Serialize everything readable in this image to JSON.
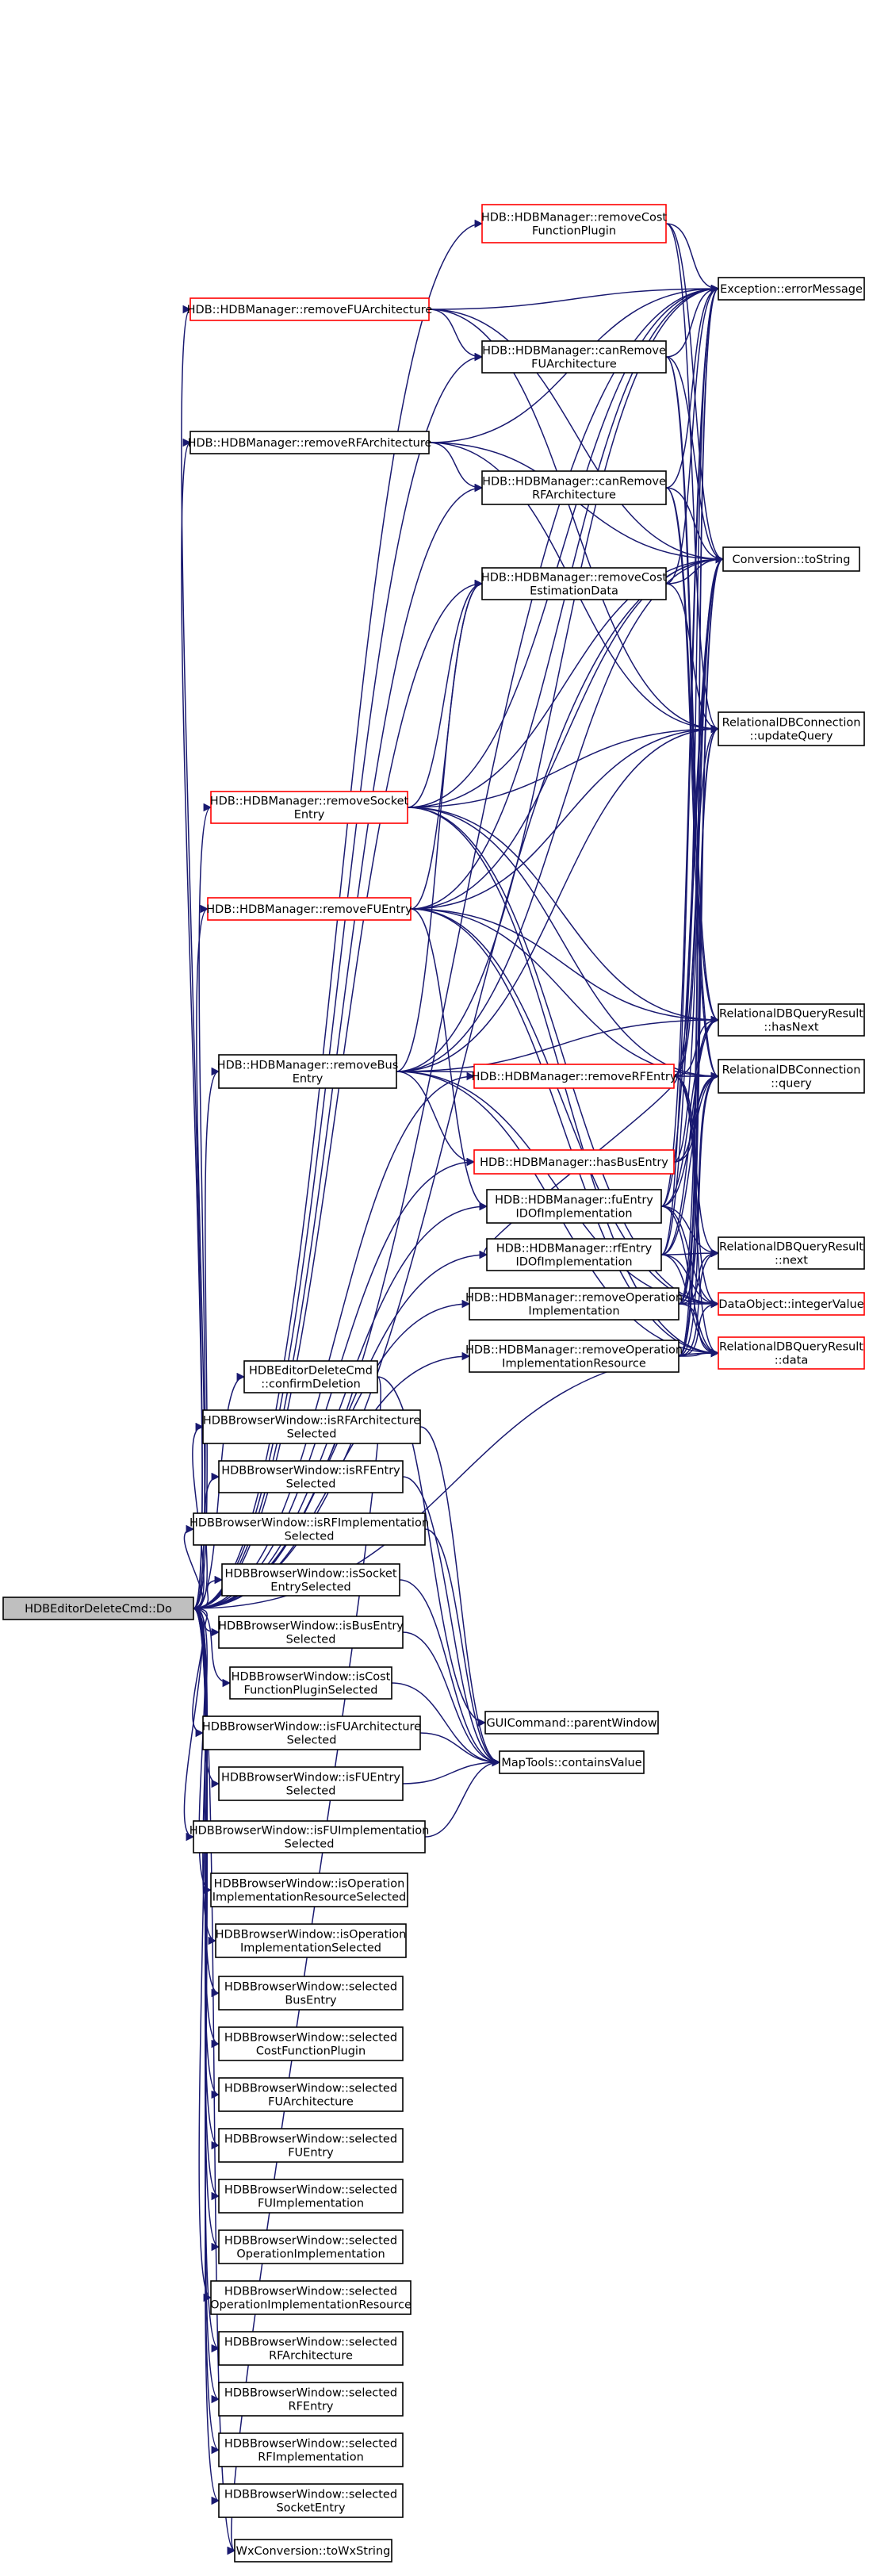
{
  "colors": {
    "edge": "#191970",
    "highlight_border": "#ff0000",
    "root_fill": "#bfbfbf"
  },
  "nodes": {
    "root": {
      "lines": [
        "HDBEditorDeleteCmd::Do"
      ],
      "style": "root"
    },
    "removeCostFunctionPlugin": {
      "lines": [
        "HDB::HDBManager::removeCost",
        "FunctionPlugin"
      ],
      "style": "red"
    },
    "removeFUArchitecture": {
      "lines": [
        "HDB::HDBManager::removeFUArchitecture"
      ],
      "style": "red"
    },
    "canRemoveFUArchitecture": {
      "lines": [
        "HDB::HDBManager::canRemove",
        "FUArchitecture"
      ],
      "style": "normal"
    },
    "removeRFArchitecture": {
      "lines": [
        "HDB::HDBManager::removeRFArchitecture"
      ],
      "style": "normal"
    },
    "canRemoveRFArchitecture": {
      "lines": [
        "HDB::HDBManager::canRemove",
        "RFArchitecture"
      ],
      "style": "normal"
    },
    "removeCostEstimationData": {
      "lines": [
        "HDB::HDBManager::removeCost",
        "EstimationData"
      ],
      "style": "normal"
    },
    "removeSocketEntry": {
      "lines": [
        "HDB::HDBManager::removeSocket",
        "Entry"
      ],
      "style": "red"
    },
    "removeFUEntry": {
      "lines": [
        "HDB::HDBManager::removeFUEntry"
      ],
      "style": "red"
    },
    "removeRFEntry": {
      "lines": [
        "HDB::HDBManager::removeRFEntry"
      ],
      "style": "red"
    },
    "removeBusEntry": {
      "lines": [
        "HDB::HDBManager::removeBus",
        "Entry"
      ],
      "style": "normal"
    },
    "hasBusEntry": {
      "lines": [
        "HDB::HDBManager::hasBusEntry"
      ],
      "style": "red"
    },
    "fuEntryIDOfImplementation": {
      "lines": [
        "HDB::HDBManager::fuEntry",
        "IDOfImplementation"
      ],
      "style": "normal"
    },
    "rfEntryIDOfImplementation": {
      "lines": [
        "HDB::HDBManager::rfEntry",
        "IDOfImplementation"
      ],
      "style": "normal"
    },
    "removeOperationImplementation": {
      "lines": [
        "HDB::HDBManager::removeOperation",
        "Implementation"
      ],
      "style": "normal"
    },
    "removeOperationImplementationResource": {
      "lines": [
        "HDB::HDBManager::removeOperation",
        "ImplementationResource"
      ],
      "style": "normal"
    },
    "errorMessage": {
      "lines": [
        "Exception::errorMessage"
      ],
      "style": "normal"
    },
    "toString": {
      "lines": [
        "Conversion::toString"
      ],
      "style": "normal"
    },
    "updateQuery": {
      "lines": [
        "RelationalDBConnection",
        "::updateQuery"
      ],
      "style": "normal"
    },
    "hasNext": {
      "lines": [
        "RelationalDBQueryResult",
        "::hasNext"
      ],
      "style": "normal"
    },
    "query": {
      "lines": [
        "RelationalDBConnection",
        "::query"
      ],
      "style": "normal"
    },
    "next": {
      "lines": [
        "RelationalDBQueryResult",
        "::next"
      ],
      "style": "normal"
    },
    "integerValue": {
      "lines": [
        "DataObject::integerValue"
      ],
      "style": "red"
    },
    "data": {
      "lines": [
        "RelationalDBQueryResult",
        "::data"
      ],
      "style": "red"
    },
    "confirmDeletion": {
      "lines": [
        "HDBEditorDeleteCmd",
        "::confirmDeletion"
      ],
      "style": "normal"
    },
    "isRFArchitectureSelected": {
      "lines": [
        "HDBBrowserWindow::isRFArchitecture",
        "Selected"
      ],
      "style": "normal"
    },
    "isRFEntrySelected": {
      "lines": [
        "HDBBrowserWindow::isRFEntry",
        "Selected"
      ],
      "style": "normal"
    },
    "isRFImplementationSelected": {
      "lines": [
        "HDBBrowserWindow::isRFImplementation",
        "Selected"
      ],
      "style": "normal"
    },
    "isSocketEntrySelected": {
      "lines": [
        "HDBBrowserWindow::isSocket",
        "EntrySelected"
      ],
      "style": "normal"
    },
    "isBusEntrySelected": {
      "lines": [
        "HDBBrowserWindow::isBusEntry",
        "Selected"
      ],
      "style": "normal"
    },
    "isCostFunctionPluginSelected": {
      "lines": [
        "HDBBrowserWindow::isCost",
        "FunctionPluginSelected"
      ],
      "style": "normal"
    },
    "isFUArchitectureSelected": {
      "lines": [
        "HDBBrowserWindow::isFUArchitecture",
        "Selected"
      ],
      "style": "normal"
    },
    "isFUEntrySelected": {
      "lines": [
        "HDBBrowserWindow::isFUEntry",
        "Selected"
      ],
      "style": "normal"
    },
    "isFUImplementationSelected": {
      "lines": [
        "HDBBrowserWindow::isFUImplementation",
        "Selected"
      ],
      "style": "normal"
    },
    "parentWindow": {
      "lines": [
        "GUICommand::parentWindow"
      ],
      "style": "normal"
    },
    "containsValue": {
      "lines": [
        "MapTools::containsValue"
      ],
      "style": "normal"
    },
    "isOperationImplementationResourceSelected": {
      "lines": [
        "HDBBrowserWindow::isOperation",
        "ImplementationResourceSelected"
      ],
      "style": "normal"
    },
    "isOperationImplementationSelected": {
      "lines": [
        "HDBBrowserWindow::isOperation",
        "ImplementationSelected"
      ],
      "style": "normal"
    },
    "selectedBusEntry": {
      "lines": [
        "HDBBrowserWindow::selected",
        "BusEntry"
      ],
      "style": "normal"
    },
    "selectedCostFunctionPlugin": {
      "lines": [
        "HDBBrowserWindow::selected",
        "CostFunctionPlugin"
      ],
      "style": "normal"
    },
    "selectedFUArchitecture": {
      "lines": [
        "HDBBrowserWindow::selected",
        "FUArchitecture"
      ],
      "style": "normal"
    },
    "selectedFUEntry": {
      "lines": [
        "HDBBrowserWindow::selected",
        "FUEntry"
      ],
      "style": "normal"
    },
    "selectedFUImplementation": {
      "lines": [
        "HDBBrowserWindow::selected",
        "FUImplementation"
      ],
      "style": "normal"
    },
    "selectedOperationImplementation": {
      "lines": [
        "HDBBrowserWindow::selected",
        "OperationImplementation"
      ],
      "style": "normal"
    },
    "selectedOperationImplementationResource": {
      "lines": [
        "HDBBrowserWindow::selected",
        "OperationImplementationResource"
      ],
      "style": "normal"
    },
    "selectedRFArchitecture": {
      "lines": [
        "HDBBrowserWindow::selected",
        "RFArchitecture"
      ],
      "style": "normal"
    },
    "selectedRFEntry": {
      "lines": [
        "HDBBrowserWindow::selected",
        "RFEntry"
      ],
      "style": "normal"
    },
    "selectedRFImplementation": {
      "lines": [
        "HDBBrowserWindow::selected",
        "RFImplementation"
      ],
      "style": "normal"
    },
    "selectedSocketEntry": {
      "lines": [
        "HDBBrowserWindow::selected",
        "SocketEntry"
      ],
      "style": "normal"
    },
    "toWxString": {
      "lines": [
        "WxConversion::toWxString"
      ],
      "style": "normal"
    }
  },
  "edges": [
    [
      "root",
      "removeCostFunctionPlugin"
    ],
    [
      "root",
      "removeFUArchitecture"
    ],
    [
      "root",
      "canRemoveFUArchitecture"
    ],
    [
      "root",
      "removeRFArchitecture"
    ],
    [
      "root",
      "canRemoveRFArchitecture"
    ],
    [
      "root",
      "removeCostEstimationData"
    ],
    [
      "root",
      "removeSocketEntry"
    ],
    [
      "root",
      "removeFUEntry"
    ],
    [
      "root",
      "removeRFEntry"
    ],
    [
      "root",
      "removeBusEntry"
    ],
    [
      "root",
      "hasBusEntry"
    ],
    [
      "root",
      "fuEntryIDOfImplementation"
    ],
    [
      "root",
      "rfEntryIDOfImplementation"
    ],
    [
      "root",
      "removeOperationImplementation"
    ],
    [
      "root",
      "removeOperationImplementationResource"
    ],
    [
      "root",
      "errorMessage"
    ],
    [
      "root",
      "toString"
    ],
    [
      "root",
      "data"
    ],
    [
      "root",
      "confirmDeletion"
    ],
    [
      "root",
      "isRFArchitectureSelected"
    ],
    [
      "root",
      "isRFEntrySelected"
    ],
    [
      "root",
      "isRFImplementationSelected"
    ],
    [
      "root",
      "isSocketEntrySelected"
    ],
    [
      "root",
      "isBusEntrySelected"
    ],
    [
      "root",
      "isCostFunctionPluginSelected"
    ],
    [
      "root",
      "isFUArchitectureSelected"
    ],
    [
      "root",
      "isFUEntrySelected"
    ],
    [
      "root",
      "isFUImplementationSelected"
    ],
    [
      "root",
      "isOperationImplementationResourceSelected"
    ],
    [
      "root",
      "isOperationImplementationSelected"
    ],
    [
      "root",
      "selectedBusEntry"
    ],
    [
      "root",
      "selectedCostFunctionPlugin"
    ],
    [
      "root",
      "selectedFUArchitecture"
    ],
    [
      "root",
      "selectedFUEntry"
    ],
    [
      "root",
      "selectedFUImplementation"
    ],
    [
      "root",
      "selectedOperationImplementation"
    ],
    [
      "root",
      "selectedOperationImplementationResource"
    ],
    [
      "root",
      "selectedRFArchitecture"
    ],
    [
      "root",
      "selectedRFEntry"
    ],
    [
      "root",
      "selectedRFImplementation"
    ],
    [
      "root",
      "selectedSocketEntry"
    ],
    [
      "root",
      "toWxString"
    ],
    [
      "removeCostFunctionPlugin",
      "errorMessage"
    ],
    [
      "removeCostFunctionPlugin",
      "toString"
    ],
    [
      "removeCostFunctionPlugin",
      "updateQuery"
    ],
    [
      "removeFUArchitecture",
      "canRemoveFUArchitecture"
    ],
    [
      "removeFUArchitecture",
      "errorMessage"
    ],
    [
      "removeFUArchitecture",
      "toString"
    ],
    [
      "removeFUArchitecture",
      "updateQuery"
    ],
    [
      "canRemoveFUArchitecture",
      "errorMessage"
    ],
    [
      "canRemoveFUArchitecture",
      "toString"
    ],
    [
      "canRemoveFUArchitecture",
      "hasNext"
    ],
    [
      "canRemoveFUArchitecture",
      "query"
    ],
    [
      "removeRFArchitecture",
      "canRemoveRFArchitecture"
    ],
    [
      "removeRFArchitecture",
      "errorMessage"
    ],
    [
      "removeRFArchitecture",
      "toString"
    ],
    [
      "removeRFArchitecture",
      "updateQuery"
    ],
    [
      "canRemoveRFArchitecture",
      "errorMessage"
    ],
    [
      "canRemoveRFArchitecture",
      "toString"
    ],
    [
      "canRemoveRFArchitecture",
      "hasNext"
    ],
    [
      "canRemoveRFArchitecture",
      "query"
    ],
    [
      "removeCostEstimationData",
      "toString"
    ],
    [
      "removeCostEstimationData",
      "updateQuery"
    ],
    [
      "removeCostEstimationData",
      "errorMessage"
    ],
    [
      "removeSocketEntry",
      "removeCostEstimationData"
    ],
    [
      "removeSocketEntry",
      "errorMessage"
    ],
    [
      "removeSocketEntry",
      "toString"
    ],
    [
      "removeSocketEntry",
      "updateQuery"
    ],
    [
      "removeSocketEntry",
      "hasNext"
    ],
    [
      "removeSocketEntry",
      "query"
    ],
    [
      "removeSocketEntry",
      "data"
    ],
    [
      "removeSocketEntry",
      "integerValue"
    ],
    [
      "removeFUEntry",
      "removeCostEstimationData"
    ],
    [
      "removeFUEntry",
      "fuEntryIDOfImplementation"
    ],
    [
      "removeFUEntry",
      "errorMessage"
    ],
    [
      "removeFUEntry",
      "toString"
    ],
    [
      "removeFUEntry",
      "updateQuery"
    ],
    [
      "removeFUEntry",
      "hasNext"
    ],
    [
      "removeFUEntry",
      "query"
    ],
    [
      "removeFUEntry",
      "data"
    ],
    [
      "removeFUEntry",
      "integerValue"
    ],
    [
      "removeRFEntry",
      "rfEntryIDOfImplementation"
    ],
    [
      "removeRFEntry",
      "errorMessage"
    ],
    [
      "removeRFEntry",
      "toString"
    ],
    [
      "removeRFEntry",
      "updateQuery"
    ],
    [
      "removeRFEntry",
      "hasNext"
    ],
    [
      "removeRFEntry",
      "query"
    ],
    [
      "removeRFEntry",
      "next"
    ],
    [
      "removeRFEntry",
      "data"
    ],
    [
      "removeRFEntry",
      "integerValue"
    ],
    [
      "removeBusEntry",
      "hasBusEntry"
    ],
    [
      "removeBusEntry",
      "removeCostEstimationData"
    ],
    [
      "removeBusEntry",
      "errorMessage"
    ],
    [
      "removeBusEntry",
      "toString"
    ],
    [
      "removeBusEntry",
      "updateQuery"
    ],
    [
      "removeBusEntry",
      "hasNext"
    ],
    [
      "removeBusEntry",
      "query"
    ],
    [
      "removeBusEntry",
      "data"
    ],
    [
      "removeBusEntry",
      "integerValue"
    ],
    [
      "hasBusEntry",
      "hasNext"
    ],
    [
      "hasBusEntry",
      "query"
    ],
    [
      "hasBusEntry",
      "toString"
    ],
    [
      "fuEntryIDOfImplementation",
      "hasNext"
    ],
    [
      "fuEntryIDOfImplementation",
      "query"
    ],
    [
      "fuEntryIDOfImplementation",
      "next"
    ],
    [
      "fuEntryIDOfImplementation",
      "data"
    ],
    [
      "fuEntryIDOfImplementation",
      "integerValue"
    ],
    [
      "fuEntryIDOfImplementation",
      "errorMessage"
    ],
    [
      "fuEntryIDOfImplementation",
      "toString"
    ],
    [
      "rfEntryIDOfImplementation",
      "hasNext"
    ],
    [
      "rfEntryIDOfImplementation",
      "query"
    ],
    [
      "rfEntryIDOfImplementation",
      "next"
    ],
    [
      "rfEntryIDOfImplementation",
      "data"
    ],
    [
      "rfEntryIDOfImplementation",
      "integerValue"
    ],
    [
      "rfEntryIDOfImplementation",
      "errorMessage"
    ],
    [
      "rfEntryIDOfImplementation",
      "toString"
    ],
    [
      "removeOperationImplementation",
      "updateQuery"
    ],
    [
      "removeOperationImplementation",
      "toString"
    ],
    [
      "removeOperationImplementation",
      "errorMessage"
    ],
    [
      "removeOperationImplementation",
      "next"
    ],
    [
      "removeOperationImplementation",
      "data"
    ],
    [
      "removeOperationImplementation",
      "integerValue"
    ],
    [
      "removeOperationImplementation",
      "query"
    ],
    [
      "removeOperationImplementationResource",
      "updateQuery"
    ],
    [
      "removeOperationImplementationResource",
      "toString"
    ],
    [
      "removeOperationImplementationResource",
      "errorMessage"
    ],
    [
      "removeOperationImplementationResource",
      "next"
    ],
    [
      "removeOperationImplementationResource",
      "data"
    ],
    [
      "removeOperationImplementationResource",
      "integerValue"
    ],
    [
      "removeOperationImplementationResource",
      "query"
    ],
    [
      "confirmDeletion",
      "parentWindow"
    ],
    [
      "confirmDeletion",
      "toWxString"
    ],
    [
      "isRFArchitectureSelected",
      "containsValue"
    ],
    [
      "isRFEntrySelected",
      "containsValue"
    ],
    [
      "isRFImplementationSelected",
      "containsValue"
    ],
    [
      "isSocketEntrySelected",
      "containsValue"
    ],
    [
      "isBusEntrySelected",
      "containsValue"
    ],
    [
      "isCostFunctionPluginSelected",
      "containsValue"
    ],
    [
      "isFUArchitectureSelected",
      "containsValue"
    ],
    [
      "isFUEntrySelected",
      "containsValue"
    ],
    [
      "isFUImplementationSelected",
      "containsValue"
    ]
  ]
}
